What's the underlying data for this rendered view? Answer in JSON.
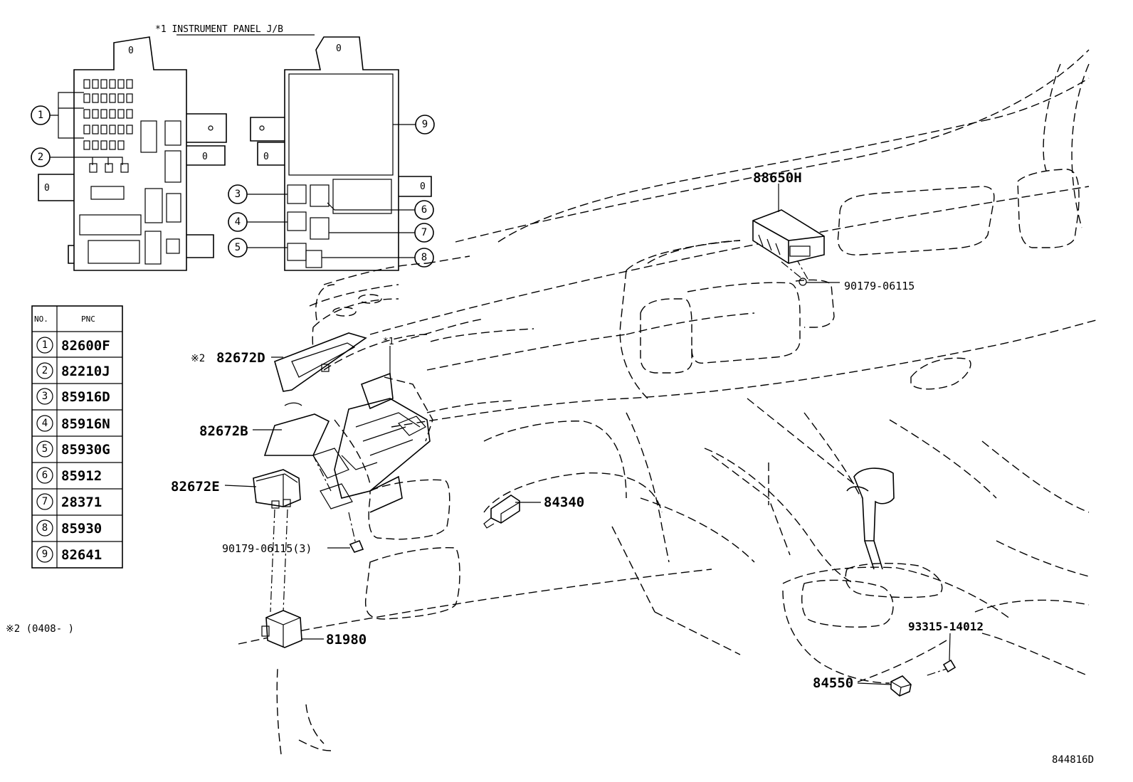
{
  "jb_title": "*1  INSTRUMENT PANEL J/B",
  "table": {
    "headers": [
      "NO.",
      "PNC"
    ],
    "rows": [
      {
        "no": "1",
        "pnc": "82600F"
      },
      {
        "no": "2",
        "pnc": "82210J"
      },
      {
        "no": "3",
        "pnc": "85916D"
      },
      {
        "no": "4",
        "pnc": "85916N"
      },
      {
        "no": "5",
        "pnc": "85930G"
      },
      {
        "no": "6",
        "pnc": "85912"
      },
      {
        "no": "7",
        "pnc": "28371"
      },
      {
        "no": "8",
        "pnc": "85930"
      },
      {
        "no": "9",
        "pnc": "82641"
      }
    ]
  },
  "callouts": [
    "1",
    "2",
    "3",
    "4",
    "5",
    "6",
    "7",
    "8",
    "9"
  ],
  "parts": {
    "p88650H": "88650H",
    "p90179a": "90179-06115",
    "p82672D_mark": "※2",
    "p82672D": "82672D",
    "star1": "*1",
    "p82672B": "82672B",
    "p82672E": "82672E",
    "p84340": "84340",
    "p90179b": "90179-06115(3)",
    "p81980": "81980",
    "p93315": "93315-14012",
    "p84550": "84550"
  },
  "note2": "※2 (0408-      )",
  "figure_id": "844816D"
}
